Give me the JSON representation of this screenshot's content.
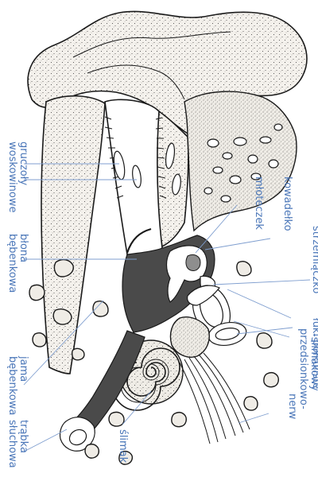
{
  "labels": {
    "gruczoly": [
      "gruczoły",
      "woskowinowe"
    ],
    "blona": [
      "błona",
      "bębenkowa"
    ],
    "jama": [
      "jama",
      "bębenkowa"
    ],
    "mloteczek": "młoteczek",
    "kowadelko": "kowadełko",
    "strzemiaczko": "strzemiączko",
    "luki": "łuki półkoliste",
    "nerw": [
      "nerw",
      "przedsionkowo-",
      "-ślimakowy"
    ],
    "slimak": "ślimak",
    "trabka": [
      "trąbka",
      "słuchowa"
    ]
  }
}
